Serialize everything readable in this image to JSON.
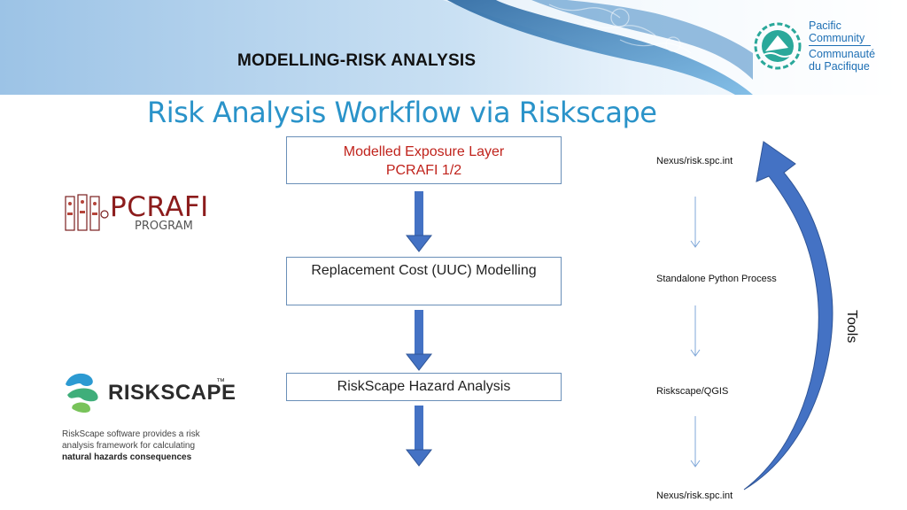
{
  "header": {
    "section_title": "MODELLING-RISK ANALYSIS",
    "logo": {
      "line1": "Pacific",
      "line2": "Community",
      "line3": "Communauté",
      "line4": "du Pacifique"
    }
  },
  "title": "Risk Analysis Workflow via Riskscape",
  "workflow": {
    "steps": [
      {
        "line1": "Modelled Exposure Layer",
        "line2": "PCRAFI 1/2"
      },
      {
        "line1": "Replacement Cost (UUC) Modelling"
      },
      {
        "line1": "RiskScape Hazard Analysis"
      }
    ]
  },
  "tools_flow": {
    "items": [
      "Nexus/risk.spc.int",
      "Standalone Python Process",
      "Riskscape/QGIS",
      "Nexus/risk.spc.int"
    ],
    "label": "Tools"
  },
  "logos": {
    "pcrafi_text": "PCRAFI",
    "pcrafi_sub": "PROGRAM",
    "riskscape_text": "RISKSCAPE",
    "riskscape_tm": "™",
    "riskscape_desc_line1": "RiskScape software provides a risk",
    "riskscape_desc_line2": "analysis framework for calculating",
    "riskscape_desc_line3": "natural hazards consequences"
  },
  "colors": {
    "title_blue": "#2a93c9",
    "arrow_blue": "#4472c4",
    "exposure_red": "#c0231c",
    "logo_blue": "#1e6fb4",
    "riskscape_green": "#3fae7a"
  }
}
